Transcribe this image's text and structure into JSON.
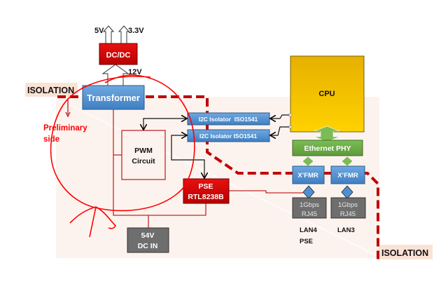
{
  "colors": {
    "red_block": "#d00000",
    "blue_block": "#4f8fd0",
    "cpu": "#f2bf00",
    "phy": "#6aa842",
    "gray_block": "#6e6e6e",
    "isolation_line": "#c00000",
    "annotation": "#ff0000",
    "isolated_area": "#fdf3ee",
    "isolation_label_bg": "#fbe2d5"
  },
  "power": {
    "out_5v": "5V",
    "out_33v": "3.3V",
    "dcdc": "DC/DC",
    "in_12v": "12V"
  },
  "isolation_top": "ISOLATION",
  "isolation_bottom": "ISOLATION",
  "transformer": "Transformer",
  "annotation": {
    "line1": "Preliminary",
    "line2": "side"
  },
  "i2c": [
    "I2C Isolator  ISO1541",
    "I2C Isolator ISO1541"
  ],
  "pwm": {
    "line1": "PWM",
    "line2": "Circuit"
  },
  "pse": {
    "line1": "PSE",
    "line2": "RTL8238B"
  },
  "dcin": {
    "line1": "54V",
    "line2": "DC IN"
  },
  "cpu": "CPU",
  "phy": "Ethernet PHY",
  "xfmr": [
    "X’FMR",
    "X’FMR"
  ],
  "rj45": [
    {
      "line1": "1Gbps",
      "line2": "RJ45",
      "port": "LAN4",
      "note": "PSE"
    },
    {
      "line1": "1Gbps",
      "line2": "RJ45",
      "port": "LAN3",
      "note": ""
    }
  ]
}
